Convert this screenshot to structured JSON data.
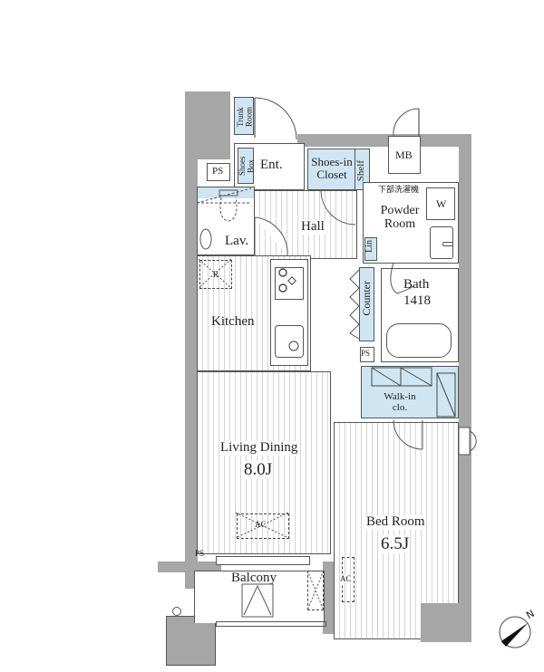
{
  "floor_plan": {
    "rooms": {
      "trunk_room": {
        "label": "Trunk Room"
      },
      "entrance": {
        "label": "Ent."
      },
      "shoes_box": {
        "label": "Shoes Box"
      },
      "shoes_in_closet": {
        "label": "Shoes-in Closet"
      },
      "shelf": {
        "label": "Shelf"
      },
      "mb": {
        "label": "MB"
      },
      "ps_entrance": {
        "label": "PS"
      },
      "lavatory": {
        "label": "Lav."
      },
      "hall": {
        "label": "Hall"
      },
      "powder_room": {
        "label": "Powder Room",
        "note": "下部洗濯機"
      },
      "washer": {
        "label": "W"
      },
      "linen": {
        "label": "Lin"
      },
      "kitchen": {
        "label": "Kitchen",
        "fridge_mark": "R"
      },
      "counter": {
        "label": "Counter"
      },
      "bath": {
        "label": "Bath",
        "size": "1418"
      },
      "ps_bath": {
        "label": "PS"
      },
      "walk_in_closet": {
        "label": "Walk-in clo."
      },
      "living_dining": {
        "label": "Living Dining",
        "size": "8.0J",
        "ac": "AC"
      },
      "bedroom": {
        "label": "Bed Room",
        "size": "6.5J",
        "ac": "AC"
      },
      "ps_balcony": {
        "label": "PS"
      },
      "balcony": {
        "label": "Balcony"
      }
    },
    "compass": {
      "label": "N"
    },
    "colors": {
      "wall": "#a6a6a6",
      "storage": "#cfe6f2",
      "line": "#555555"
    }
  }
}
